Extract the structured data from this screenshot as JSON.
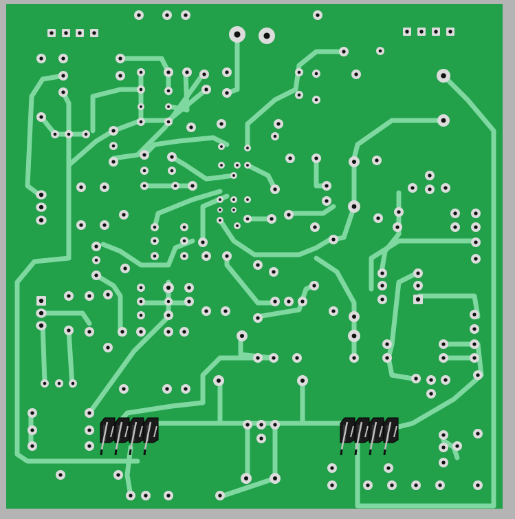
{
  "colors": {
    "background": "#b4b4b4",
    "substrate": "#22a04a",
    "trace": "#7fd8a0",
    "pad_ring": "#dcdcdc",
    "drill": "#111111",
    "header_body": "#1a1a1a",
    "header_pin": "#c0c0c0"
  },
  "board": {
    "type": "pcb-top-view",
    "headers": [
      {
        "name": "left-4-pin-header",
        "pins": 4
      },
      {
        "name": "right-4-pin-header",
        "pins": 4
      }
    ]
  }
}
